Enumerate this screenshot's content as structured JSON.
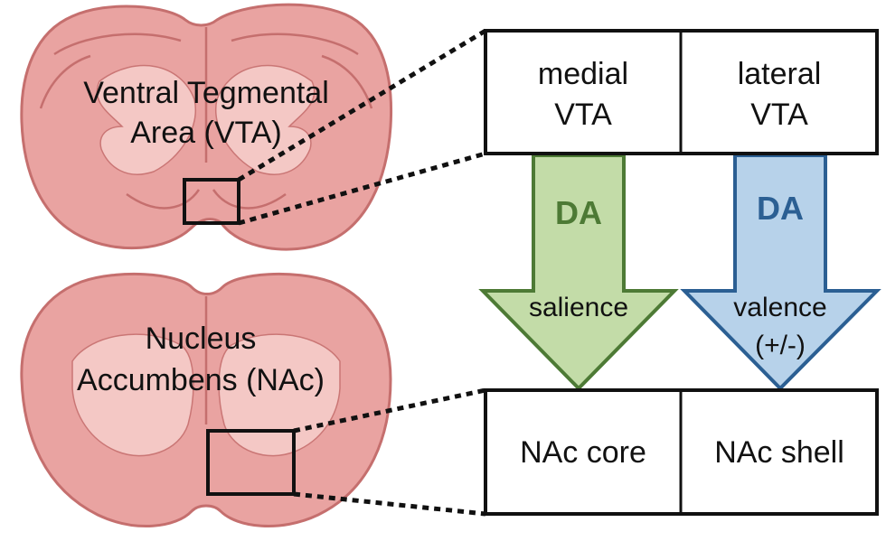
{
  "colors": {
    "brain_fill": "#e9a3a1",
    "brain_outline": "#c56f6e",
    "brain_highlight": "#f6cfcc",
    "green_fill": "#c3dca8",
    "green_stroke": "#4d7a35",
    "green_text": "#4d7a35",
    "blue_fill": "#b7d2ea",
    "blue_stroke": "#2b5f93",
    "blue_text": "#2b5f93",
    "line": "#111111"
  },
  "brains": {
    "top_label_line1": "Ventral Tegmental",
    "top_label_line2": "Area (VTA)",
    "bottom_label_line1": "Nucleus",
    "bottom_label_line2": "Accumbens (NAc)"
  },
  "vta_box": {
    "left_line1": "medial",
    "left_line2": "VTA",
    "right_line1": "lateral",
    "right_line2": "VTA"
  },
  "nac_box": {
    "left": "NAc core",
    "right": "NAc shell"
  },
  "arrows": {
    "green_da": "DA",
    "green_label": "salience",
    "blue_da": "DA",
    "blue_label_line1": "valence",
    "blue_label_line2": "(+/-)"
  }
}
